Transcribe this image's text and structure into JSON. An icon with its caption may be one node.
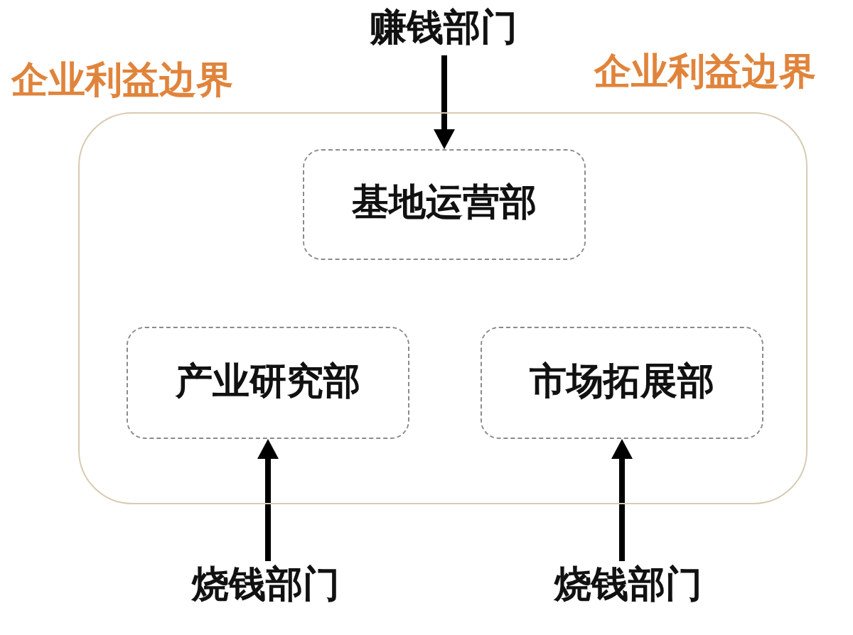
{
  "diagram": {
    "nodes": [
      {
        "text": [
          "企业利益边界",
          "企业利益边界"
        ]
      },
      {
        "text": [
          "基地运营部"
        ],
        "in": 0
      },
      {
        "text": [
          "产业研究部"
        ],
        "in": 0
      },
      {
        "text": [
          "市场拓展部"
        ],
        "in": 0
      },
      {
        "text": [
          "赚钱部门"
        ]
      },
      {
        "text": [
          "烧钱部门"
        ]
      },
      {
        "text": [
          "烧钱部门"
        ]
      }
    ],
    "edges": [
      {
        "from": 4,
        "to": 1,
        "arrow": "to"
      },
      {
        "from": 5,
        "to": 2,
        "arrow": "to"
      },
      {
        "from": 6,
        "to": 3,
        "arrow": "to"
      }
    ]
  }
}
